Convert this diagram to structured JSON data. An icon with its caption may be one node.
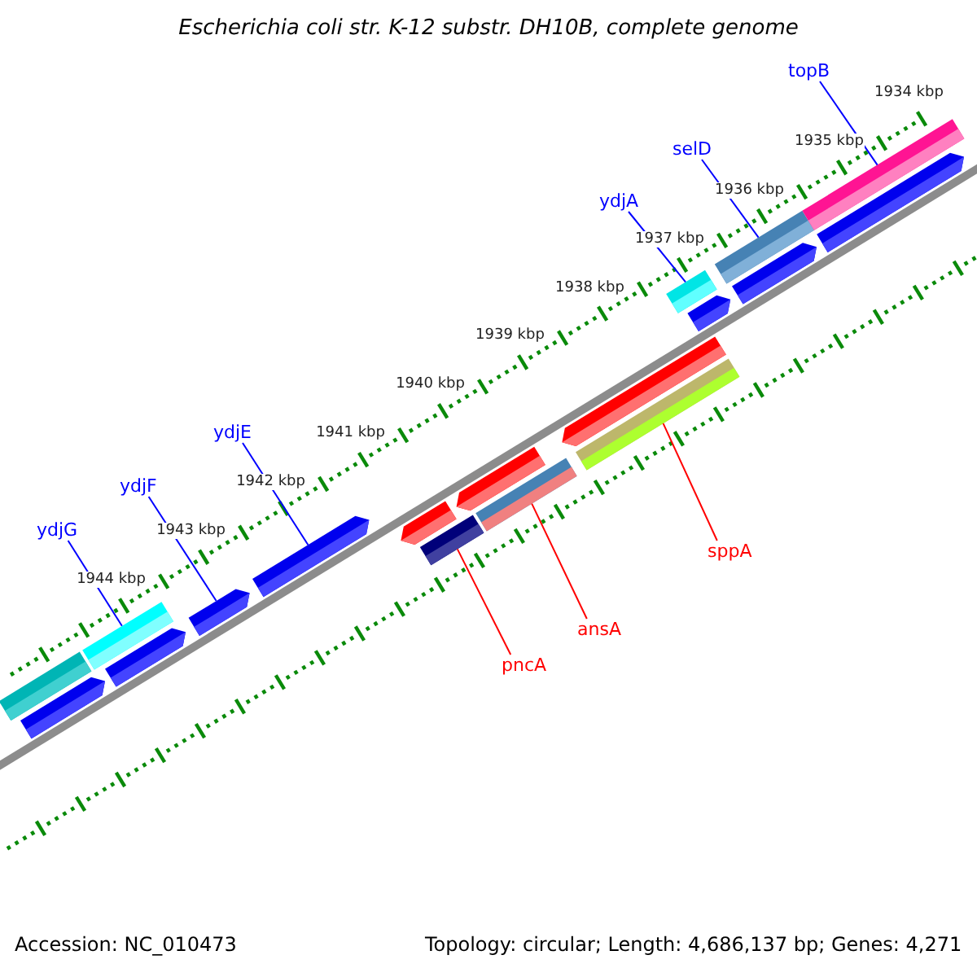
{
  "diagram": {
    "title": "Escherichia coli str. K-12 substr. DH10B, complete genome",
    "nodes": [
      {
        "text": [
          "ydjG"
        ]
      },
      {
        "text": [
          "ydjF"
        ]
      },
      {
        "text": [
          "ydjE"
        ]
      },
      {
        "text": [
          "pncA"
        ]
      },
      {
        "text": [
          "ansA"
        ]
      },
      {
        "text": [
          "sppA"
        ]
      },
      {
        "text": [
          "ydjA"
        ]
      },
      {
        "text": [
          "selD"
        ]
      },
      {
        "text": [
          "topB"
        ]
      },
      {
        "text": [],
        "shape": "bar"
      },
      {
        "text": [],
        "shape": "bar"
      },
      {
        "text": [],
        "shape": "bar"
      },
      {
        "text": [],
        "shape": "bar"
      },
      {
        "text": [],
        "shape": "bar"
      },
      {
        "text": [],
        "shape": "bar"
      },
      {
        "text": [],
        "shape": "bar"
      },
      {
        "text": [],
        "shape": "bar"
      },
      {
        "text": [],
        "shape": "bar"
      },
      {
        "text": [],
        "shape": "bar"
      },
      {
        "text": [],
        "shape": "bar"
      },
      {
        "text": [],
        "shape": "bar"
      },
      {
        "text": [],
        "shape": "bar"
      },
      {
        "text": [],
        "shape": "bar"
      },
      {
        "text": [],
        "shape": "bar"
      },
      {
        "text": [],
        "shape": "bar"
      },
      {
        "text": [],
        "shape": "bar"
      },
      {
        "text": [],
        "shape": "bar"
      }
    ],
    "edges": [
      {
        "from": 0,
        "to": 11,
        "arrow": "none"
      },
      {
        "from": 1,
        "to": 13,
        "arrow": "none"
      },
      {
        "from": 2,
        "to": 14,
        "arrow": "none"
      },
      {
        "from": 3,
        "to": 16,
        "arrow": "none",
        "color": "#ff0000"
      },
      {
        "from": 4,
        "to": 18,
        "arrow": "none",
        "color": "#ff0000"
      },
      {
        "from": 5,
        "to": 20,
        "arrow": "none",
        "color": "#ff0000"
      },
      {
        "from": 6,
        "to": 21,
        "arrow": "none"
      },
      {
        "from": 7,
        "to": 23,
        "arrow": "none"
      },
      {
        "from": 8,
        "to": 25,
        "arrow": "none"
      }
    ],
    "labels": [
      "1934 kbp",
      "1935 kbp",
      "1936 kbp",
      "1937 kbp",
      "1938 kbp",
      "1939 kbp",
      "1940 kbp",
      "1941 kbp",
      "1942 kbp",
      "1943 kbp",
      "1944 kbp",
      "Accession: NC_010473",
      "Topology: circular; Length: 4,686,137 bp; Genes: 4,271"
    ]
  }
}
